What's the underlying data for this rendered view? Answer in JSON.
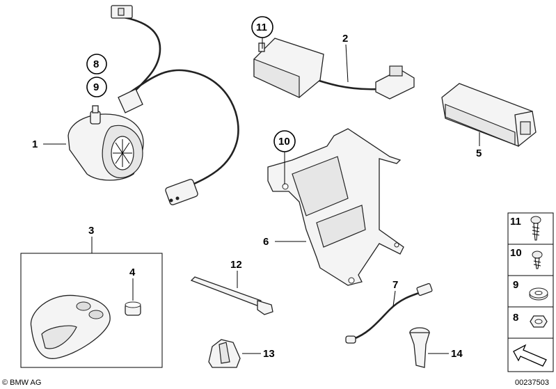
{
  "labels": {
    "l1": "1",
    "l2": "2",
    "l3": "3",
    "l4": "4",
    "l5": "5",
    "l6": "6",
    "l7": "7",
    "l8": "8",
    "l9": "9",
    "l10": "10",
    "l11": "11",
    "l12": "12",
    "l13": "13",
    "l14": "14"
  },
  "side_labels": {
    "s11": "11",
    "s10": "10",
    "s9": "9",
    "s8": "8"
  },
  "footer": {
    "copyright": "© BMW AG",
    "diagram_id": "00237503"
  }
}
